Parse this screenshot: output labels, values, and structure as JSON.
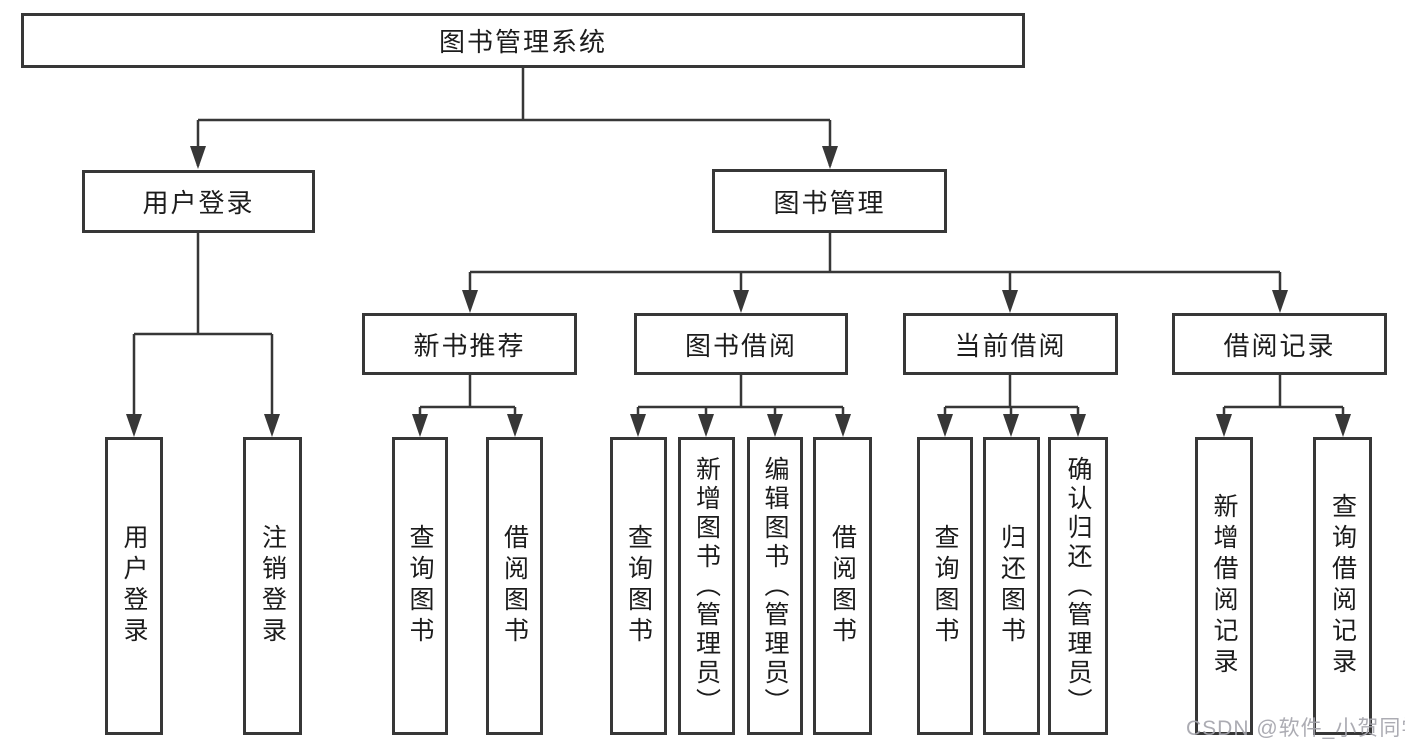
{
  "nodes": {
    "root": "图书管理系统",
    "level2": [
      "用户登录",
      "图书管理"
    ],
    "level3": [
      "新书推荐",
      "图书借阅",
      "当前借阅",
      "借阅记录"
    ],
    "leaves": {
      "user_login": [
        "用户登录",
        "注销登录"
      ],
      "new_books": [
        "查询图书",
        "借阅图书"
      ],
      "book_borrow": [
        "查询图书",
        "新增图书（管理员）",
        "编辑图书（管理员）",
        "借阅图书"
      ],
      "current_borrow": [
        "查询图书",
        "归还图书",
        "确认归还（管理员）"
      ],
      "borrow_records": [
        "新增借阅记录",
        "查询借阅记录"
      ]
    }
  },
  "watermark": "CSDN @软件_小贺同学",
  "colors": {
    "line": "#373737",
    "text": "#1c1c1c",
    "box_background": "#ffffff",
    "watermark": "#a5a5ac"
  }
}
